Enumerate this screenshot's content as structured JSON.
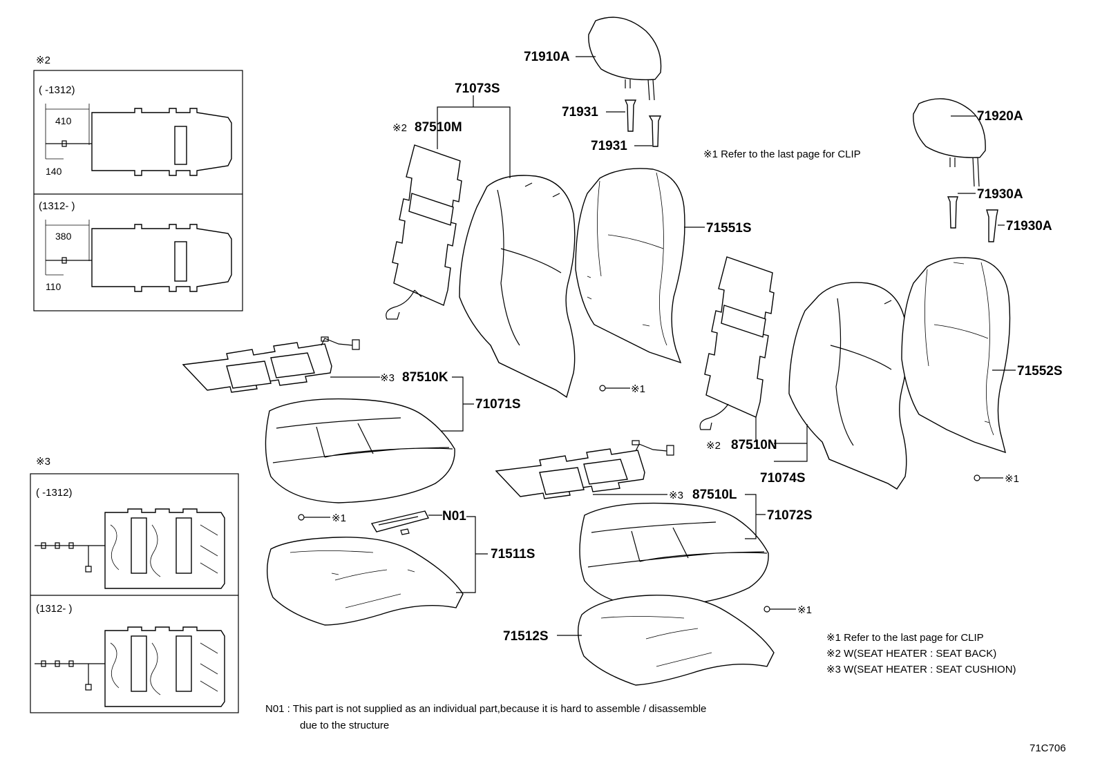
{
  "insets": {
    "seat_back": {
      "marker": "※2",
      "panel1": {
        "range": "(      -1312)",
        "dim_top": "410",
        "dim_bottom": "140"
      },
      "panel2": {
        "range": "(1312-      )",
        "dim_top": "380",
        "dim_bottom": "110"
      }
    },
    "seat_cushion": {
      "marker": "※3",
      "panel1": {
        "range": "(      -1312)"
      },
      "panel2": {
        "range": "(1312-      )"
      }
    }
  },
  "parts": {
    "p71910A": "71910A",
    "p71931a": "71931",
    "p71931b": "71931",
    "p71073S": "71073S",
    "p87510M": "87510M",
    "p87510M_marker": "※2",
    "p71920A": "71920A",
    "p71930Aa": "71930A",
    "p71930Ab": "71930A",
    "p71551S": "71551S",
    "p71552S": "71552S",
    "p87510K": "87510K",
    "p87510K_marker": "※3",
    "p71071S": "71071S",
    "p87510N": "87510N",
    "p87510N_marker": "※2",
    "p71074S": "71074S",
    "p87510L": "87510L",
    "p87510L_marker": "※3",
    "p71072S": "71072S",
    "pN01": "N01",
    "p71511S": "71511S",
    "p71512S": "71512S"
  },
  "clips": {
    "c1": "※1",
    "c2": "※1",
    "c3": "※1",
    "c4": "※1"
  },
  "notes": {
    "top_note": "※1 Refer to the last page for CLIP",
    "legend1": "※1 Refer to the last page for CLIP",
    "legend2": "※2 W(SEAT HEATER : SEAT BACK)",
    "legend3": "※3 W(SEAT HEATER : SEAT CUSHION)",
    "n01_line1": "N01 : This part is not supplied as an individual part,because it is hard to assemble / disassemble",
    "n01_line2": "due to the structure",
    "diagram_code": "71C706"
  }
}
